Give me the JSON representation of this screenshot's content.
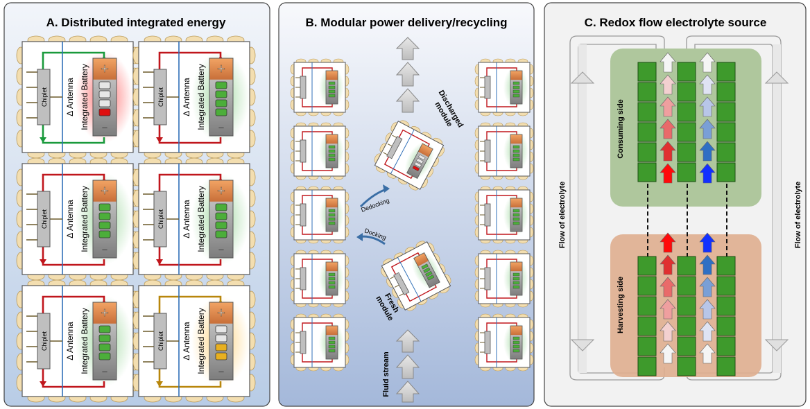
{
  "panels": {
    "a": {
      "title": "A. Distributed integrated energy",
      "chiplet_label": "Chiplet",
      "antenna_label": "Δ Antenna",
      "battery_label": "Integrated Battery",
      "plus_sign": "+",
      "minus_sign": "–",
      "modules": [
        {
          "state": "depleted",
          "wire_color": "#1a9a3c",
          "glow_color": "#ff6b6b",
          "cells": [
            "empty",
            "empty",
            "empty",
            "red"
          ]
        },
        {
          "state": "charged",
          "wire_color": "#c0161c",
          "glow_color": "#8fd18f",
          "cells": [
            "green",
            "green",
            "green",
            "green"
          ]
        },
        {
          "state": "charged",
          "wire_color": "#c0161c",
          "glow_color": "#8fd18f",
          "cells": [
            "green",
            "green",
            "green",
            "green"
          ]
        },
        {
          "state": "charged",
          "wire_color": "#c0161c",
          "glow_color": "#8fd18f",
          "cells": [
            "green",
            "green",
            "green",
            "green"
          ]
        },
        {
          "state": "charged",
          "wire_color": "#c0161c",
          "glow_color": "#8fd18f",
          "cells": [
            "green",
            "green",
            "green",
            "green"
          ]
        },
        {
          "state": "partial",
          "wire_color": "#b8860b",
          "glow_color": "#ffd27a",
          "cells": [
            "empty",
            "empty",
            "yellow",
            "yellow"
          ]
        }
      ]
    },
    "b": {
      "title": "B. Modular power delivery/recycling",
      "discharged_label": "Discharged module",
      "fresh_label": "Fresh module",
      "dedocking_label": "Dedocking",
      "docking_label": "Docking",
      "fluid_label": "Fluid stream"
    },
    "c": {
      "title": "C. Redox flow electrolyte source",
      "consuming_label": "Consuming side",
      "harvesting_label": "Harvesting side",
      "flow_left_label": "Flow of electrolyte",
      "flow_right_label": "Flow of electrolyte"
    }
  },
  "colors": {
    "panel_a_bg_top": "#eef2f8",
    "panel_a_bg_bottom": "#b6cbe6",
    "panel_b_bg_top": "#f6f8fc",
    "panel_b_bg_bottom": "#9fb4d8",
    "panel_c_bg": "#f2f2f2",
    "consuming_bg": "#9ebd8a",
    "harvesting_bg": "#d9a98a",
    "cell_green": "#3f9b2e",
    "red_arrow": "#ff1a1a",
    "blue_arrow": "#1a2bff",
    "antenna_blue": "#2f6fb8"
  }
}
